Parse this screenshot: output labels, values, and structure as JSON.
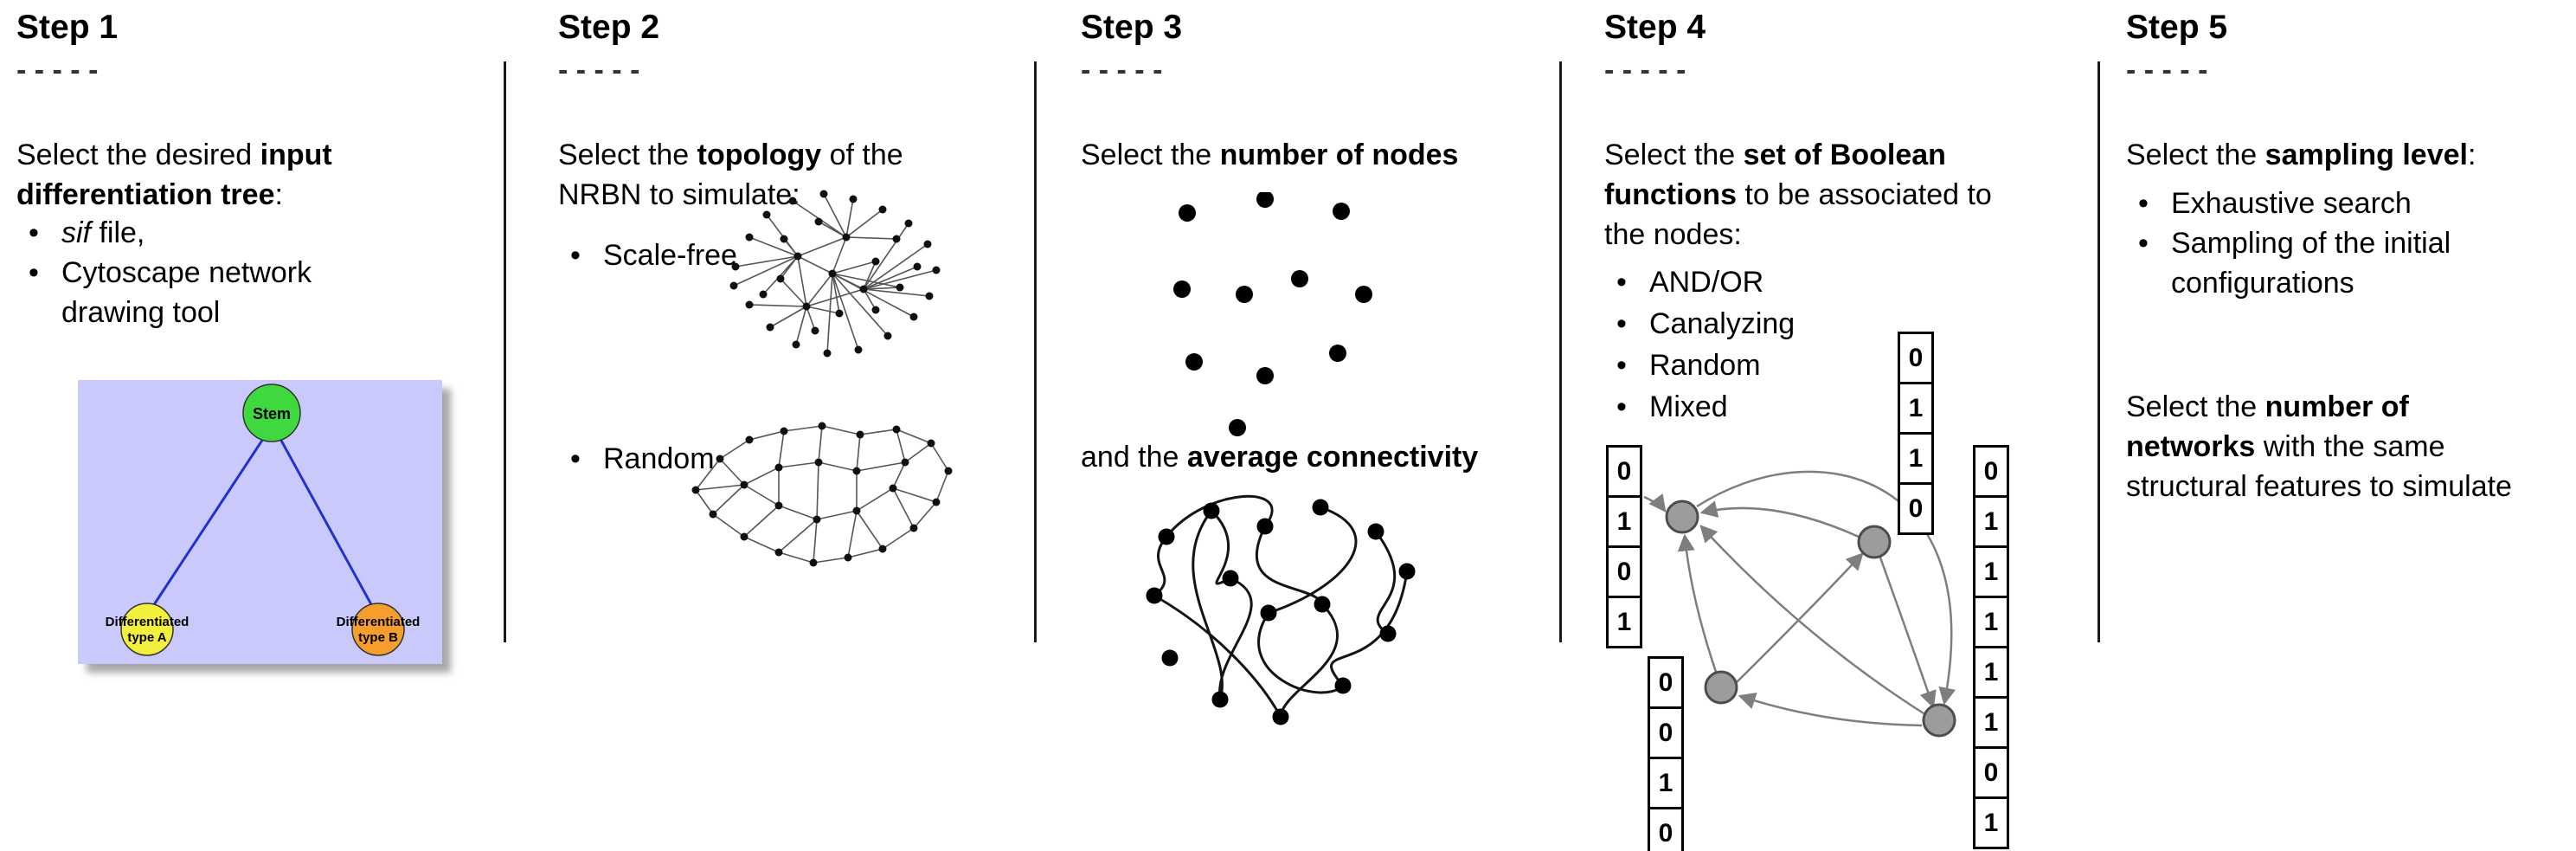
{
  "figure": {
    "dashes": "- - - - -",
    "bullet": "•"
  },
  "steps": [
    {
      "title": "Step 1",
      "intro": [
        {
          "t": "Select the desired "
        },
        {
          "t": "input",
          "b": true
        },
        {
          "br": true
        },
        {
          "t": "differentiation tree",
          "b": true
        },
        {
          "t": ":"
        }
      ],
      "bullets": [
        [
          {
            "t": "sif",
            "i": true
          },
          {
            "t": " file,"
          }
        ],
        [
          {
            "t": "Cytoscape network"
          },
          {
            "br": true
          },
          {
            "t": "drawing tool"
          }
        ]
      ],
      "tree": {
        "stem_label": "Stem",
        "type_a_line1": "Differentiated",
        "type_a_line2": "type A",
        "type_b_line1": "Differentiated",
        "type_b_line2": "type B",
        "colors": {
          "background": "#c9c9fb",
          "stem": "#3fd83f",
          "type_a": "#f2ef3d",
          "type_b": "#f59e2e",
          "edge": "#2233cc"
        }
      }
    },
    {
      "title": "Step 2",
      "intro": [
        {
          "t": "Select the "
        },
        {
          "t": "topology",
          "b": true
        },
        {
          "t": " of the"
        },
        {
          "br": true
        },
        {
          "t": "NRBN to simulate:"
        }
      ],
      "bullets": [
        [
          {
            "t": "Scale-free"
          }
        ],
        [
          {
            "t": "Random"
          }
        ]
      ]
    },
    {
      "title": "Step 3",
      "intro": [
        {
          "t": "Select the "
        },
        {
          "t": "number of nodes",
          "b": true
        }
      ],
      "second": [
        {
          "t": "and the "
        },
        {
          "t": "average connectivity",
          "b": true
        }
      ]
    },
    {
      "title": "Step 4",
      "intro": [
        {
          "t": "Select the "
        },
        {
          "t": "set of Boolean",
          "b": true
        },
        {
          "br": true
        },
        {
          "t": "functions",
          "b": true
        },
        {
          "t": " to be associated to"
        },
        {
          "br": true
        },
        {
          "t": "the nodes:"
        }
      ],
      "bullets": [
        [
          {
            "t": "AND/OR"
          }
        ],
        [
          {
            "t": "Canalyzing"
          }
        ],
        [
          {
            "t": "Random"
          }
        ],
        [
          {
            "t": "Mixed"
          }
        ]
      ],
      "tables": {
        "left": [
          "0",
          "1",
          "0",
          "1"
        ],
        "bottom_left": [
          "0",
          "0",
          "1",
          "0"
        ],
        "top": [
          "0",
          "1",
          "1",
          "0"
        ],
        "right": [
          "0",
          "1",
          "1",
          "1",
          "1",
          "1",
          "0",
          "1"
        ]
      }
    },
    {
      "title": "Step 5",
      "intro": [
        {
          "t": "Select the "
        },
        {
          "t": "sampling level",
          "b": true
        },
        {
          "t": ":"
        }
      ],
      "bullets": [
        [
          {
            "t": "Exhaustive search"
          }
        ],
        [
          {
            "t": "Sampling of the initial"
          },
          {
            "br": true
          },
          {
            "t": "configurations"
          }
        ]
      ],
      "second": [
        {
          "t": "Select the "
        },
        {
          "t": "number of",
          "b": true
        },
        {
          "br": true
        },
        {
          "t": "networks",
          "b": true
        },
        {
          "t": " with the same"
        },
        {
          "br": true
        },
        {
          "t": "structural features to simulate"
        }
      ]
    }
  ]
}
